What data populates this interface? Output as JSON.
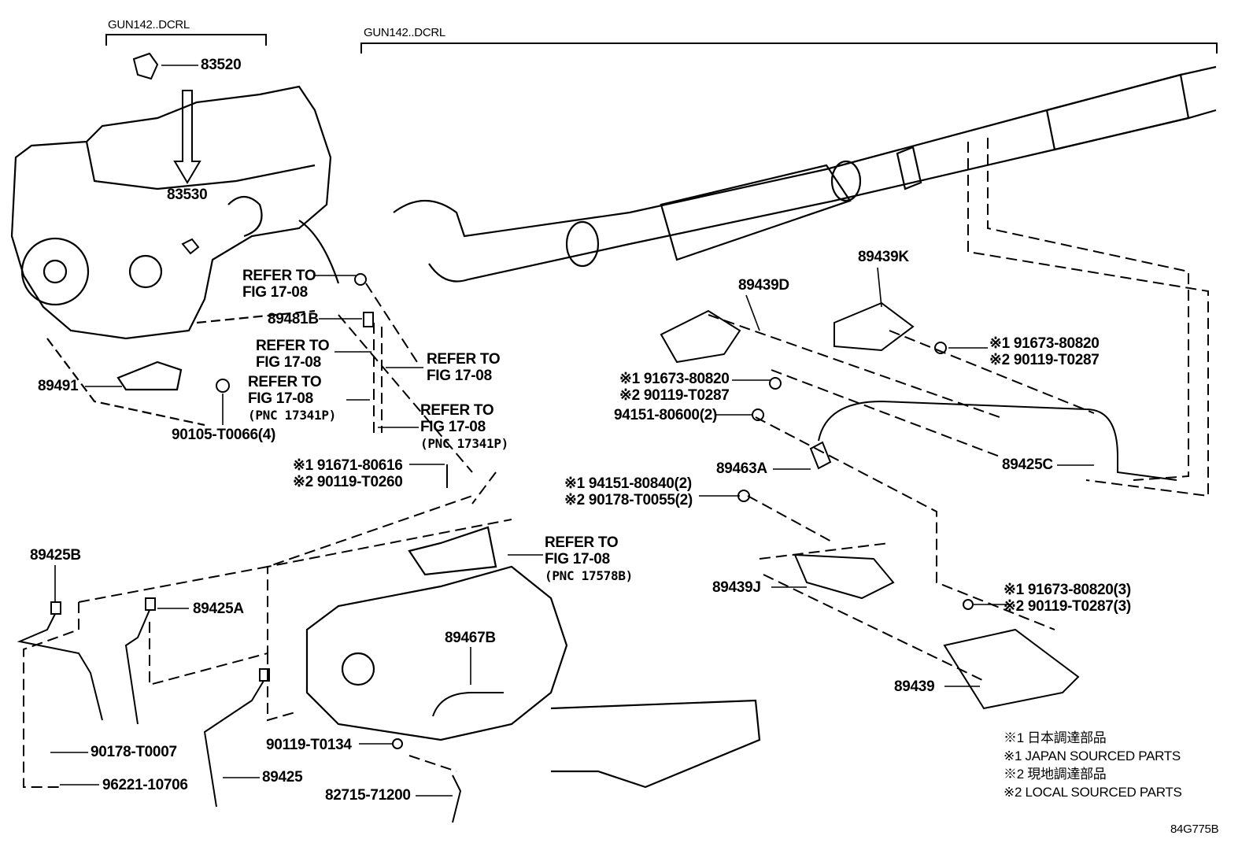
{
  "headers": {
    "left_model": "GUN142..DCRL",
    "right_model": "GUN142..DCRL"
  },
  "refer_to": "REFER TO",
  "fig": "FIG 17-08",
  "pnc_17341p": "(PNC 17341P)",
  "pnc_17578b": "(PNC 17578B)",
  "parts": {
    "p83520": "83520",
    "p83530": "83530",
    "p89481b": "89481B",
    "p89491": "89491",
    "p90105": "90105-T0066(4)",
    "p91671": "※1 91671-80616",
    "p90119_t0260": "※2 90119-T0260",
    "p89425b": "89425B",
    "p89425a": "89425A",
    "p89467b": "89467B",
    "p90178_t0007": "90178-T0007",
    "p96221": "96221-10706",
    "p89425": "89425",
    "p90119_t0134": "90119-T0134",
    "p82715": "82715-71200",
    "p89439d": "89439D",
    "p89439k": "89439K",
    "p91673_k": "※1 91673-80820",
    "p90119_k": "※2 90119-T0287",
    "p91673_d": "※1 91673-80820",
    "p90119_d": "※2 90119-T0287",
    "p94151_80600": "94151-80600(2)",
    "p89463a": "89463A",
    "p89425c": "89425C",
    "p94151_80840": "※1 94151-80840(2)",
    "p90178_t0055": "※2 90178-T0055(2)",
    "p89439j": "89439J",
    "p91673_3": "※1 91673-80820(3)",
    "p90119_3": "※2 90119-T0287(3)",
    "p89439": "89439"
  },
  "legend": [
    "※1 日本調達部品",
    "※1 JAPAN SOURCED PARTS",
    "※2 現地調達部品",
    "※2 LOCAL SOURCED PARTS"
  ],
  "figure_id": "84G775B"
}
